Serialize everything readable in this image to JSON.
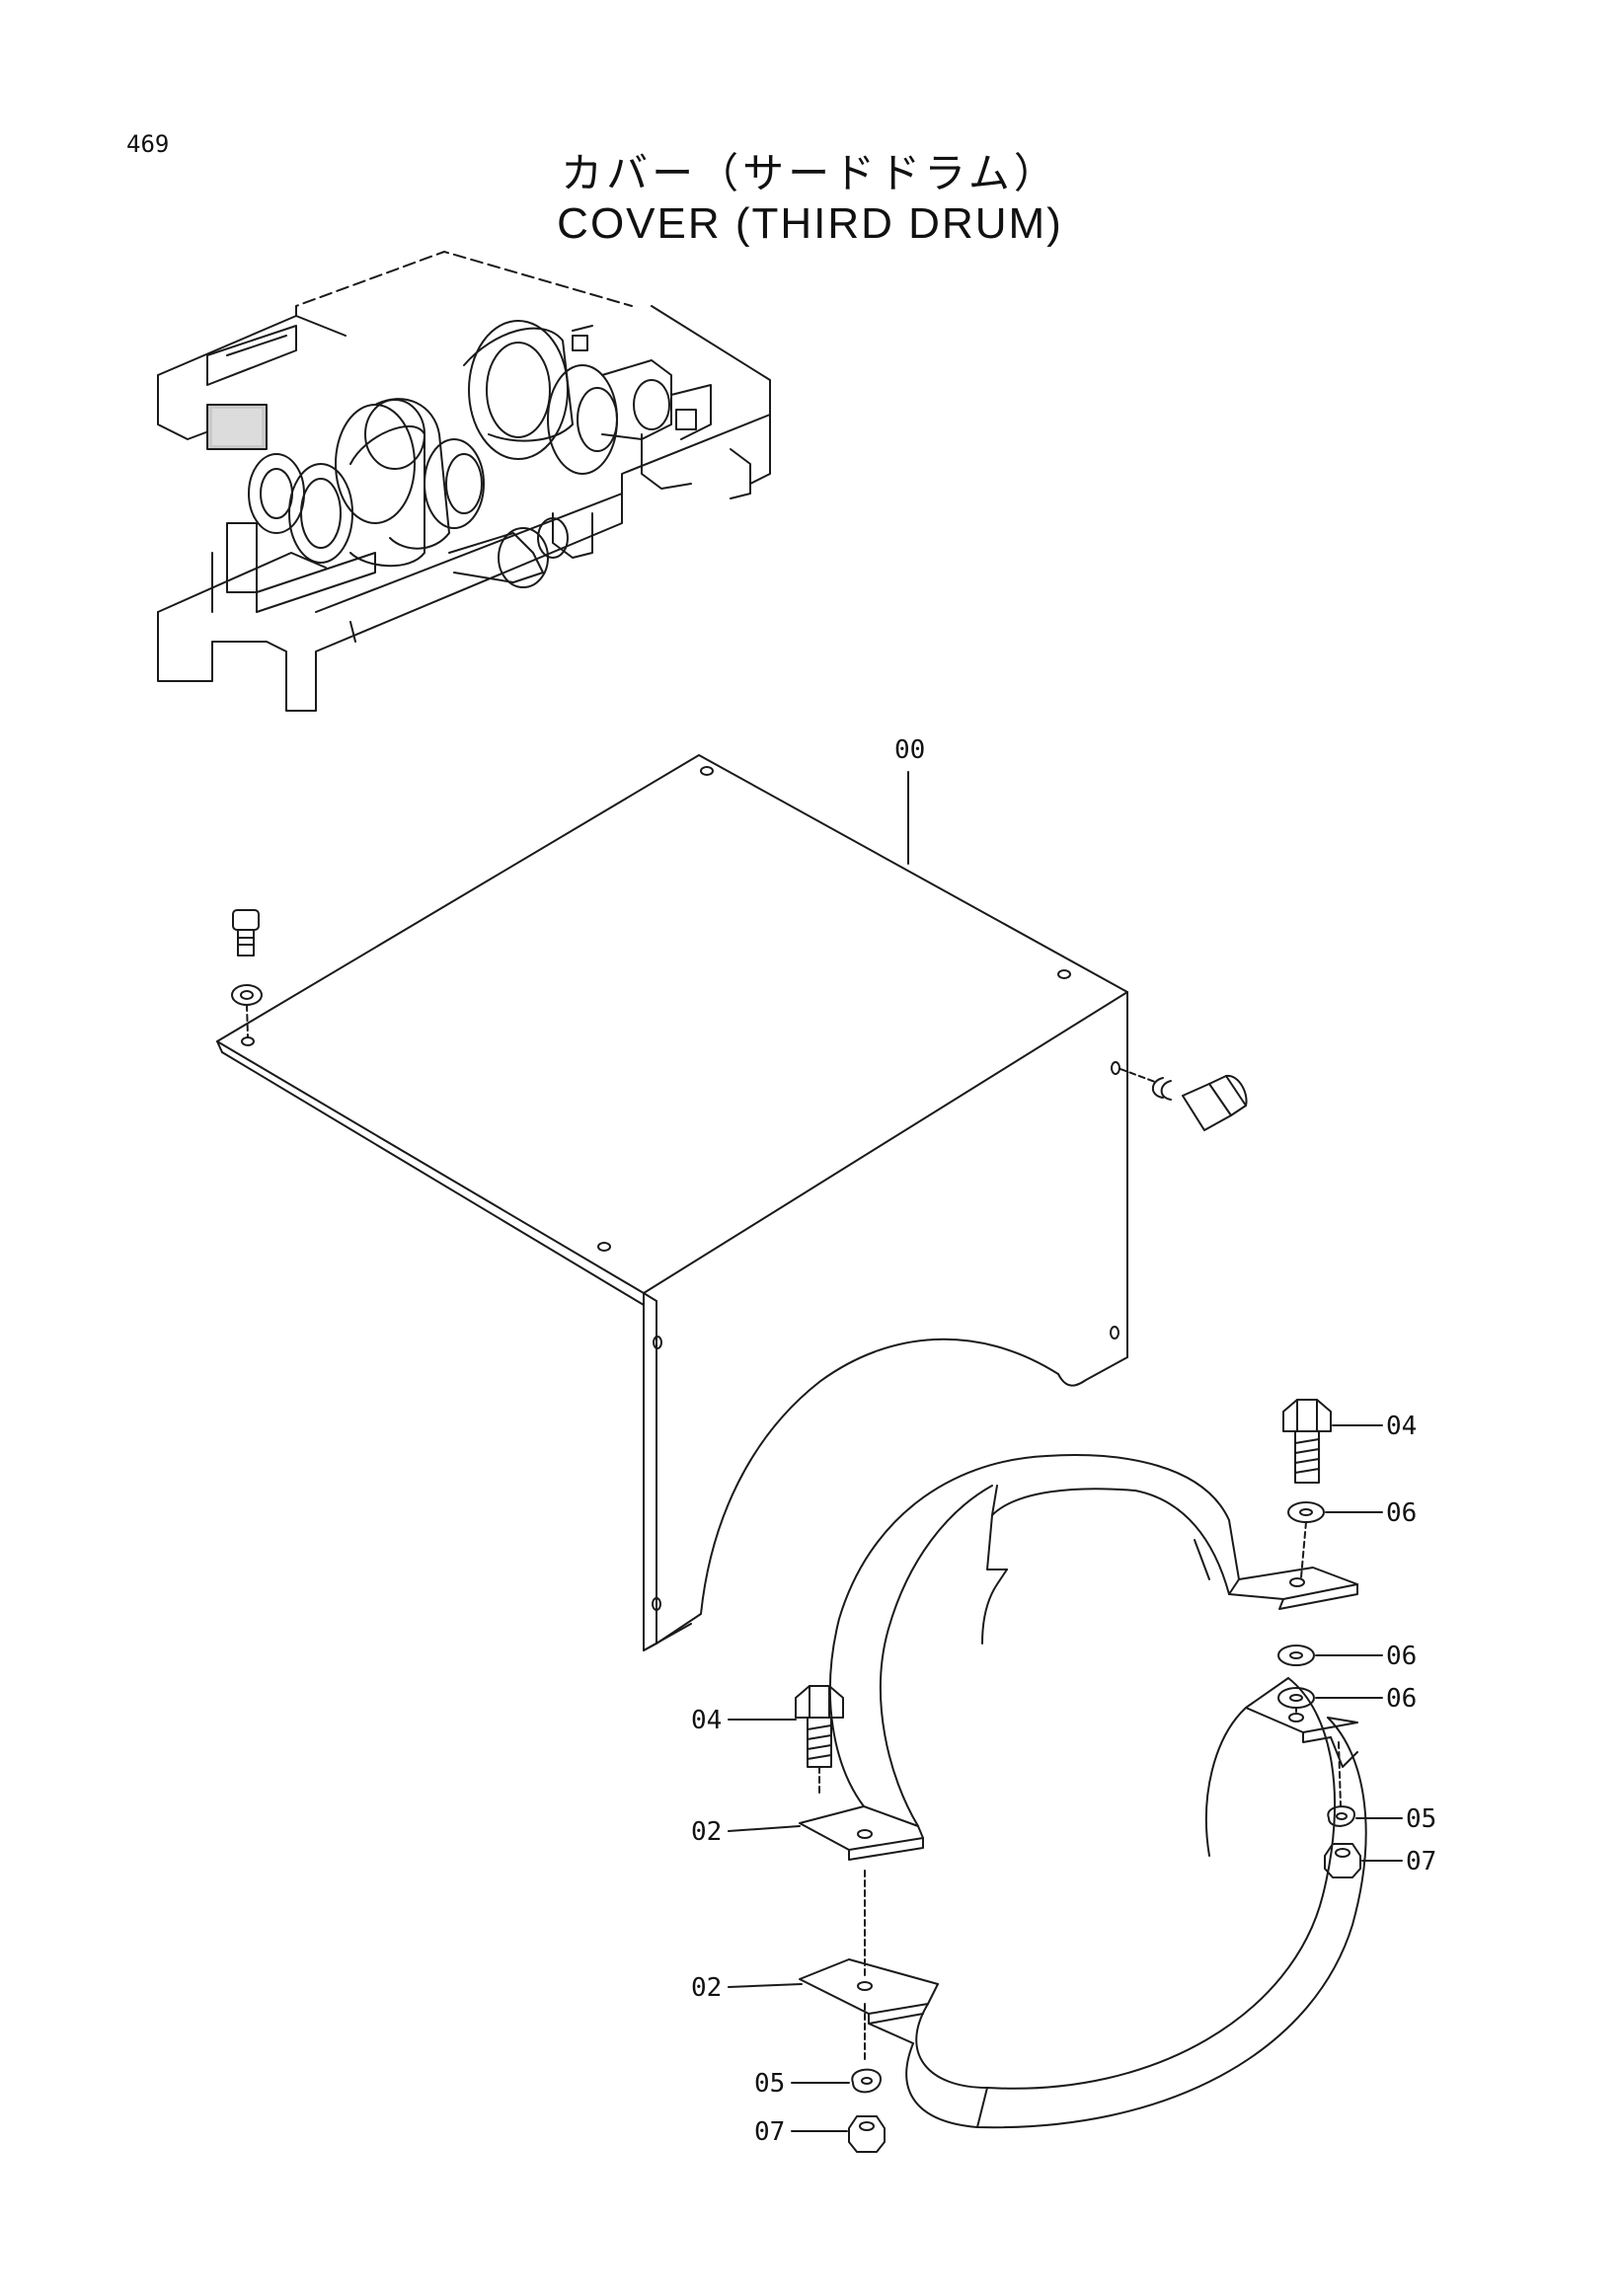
{
  "page_number": "469",
  "title_japanese": "カバー（サードドラム）",
  "title_english": "COVER (THIRD DRUM)",
  "callouts": {
    "cover": "00",
    "bolt_right_top": "04",
    "washer_right_top": "06",
    "washer_right_mid": "06",
    "washer_right_low": "06",
    "lockwasher_right": "05",
    "nut_right": "07",
    "bolt_left": "04",
    "bracket_upper": "02",
    "bracket_lower": "02",
    "lockwasher_left": "05",
    "nut_left": "07"
  }
}
